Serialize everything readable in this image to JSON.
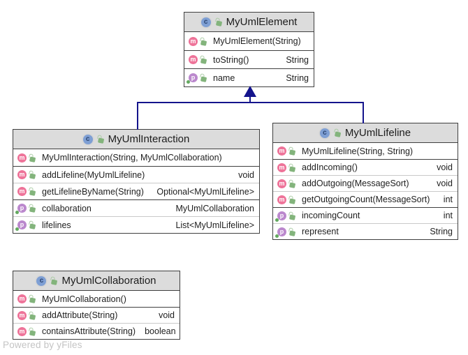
{
  "diagram": {
    "kind": "uml-class-diagram",
    "edges": [
      {
        "type": "generalization",
        "source": "MyUmlInteraction",
        "target": "MyUmlElement"
      },
      {
        "type": "generalization",
        "source": "MyUmlLifeline",
        "target": "MyUmlElement"
      }
    ],
    "edge_color": "#14148c",
    "header_bg": "#dcdcdc",
    "border_color": "#3f3f3f"
  },
  "icons": {
    "class_letter": "c",
    "method_letter": "m",
    "property_letter": "p",
    "class_color": "#7e9fd4",
    "method_color": "#ee7399",
    "property_color": "#bb88cd",
    "lock_color": "#83b47c"
  },
  "classes": [
    {
      "name": "MyUmlElement",
      "members": [
        {
          "kind": "method",
          "label": "MyUmlElement(String)",
          "type": ""
        },
        {
          "kind": "method",
          "label": "toString()",
          "type": "String"
        },
        {
          "kind": "property",
          "label": "name",
          "type": "String"
        }
      ]
    },
    {
      "name": "MyUmlInteraction",
      "members": [
        {
          "kind": "method",
          "label": "MyUmlInteraction(String, MyUmlCollaboration)",
          "type": ""
        },
        {
          "kind": "method",
          "label": "addLifeline(MyUmlLifeline)",
          "type": "void"
        },
        {
          "kind": "method",
          "label": "getLifelineByName(String)",
          "type": "Optional<MyUmlLifeline>"
        },
        {
          "kind": "property",
          "label": "collaboration",
          "type": "MyUmlCollaboration"
        },
        {
          "kind": "property",
          "label": "lifelines",
          "type": "List<MyUmlLifeline>"
        }
      ]
    },
    {
      "name": "MyUmlLifeline",
      "members": [
        {
          "kind": "method",
          "label": "MyUmlLifeline(String, String)",
          "type": ""
        },
        {
          "kind": "method",
          "label": "addIncoming()",
          "type": "void"
        },
        {
          "kind": "method",
          "label": "addOutgoing(MessageSort)",
          "type": "void"
        },
        {
          "kind": "method",
          "label": "getOutgoingCount(MessageSort)",
          "type": "int"
        },
        {
          "kind": "property",
          "label": "incomingCount",
          "type": "int"
        },
        {
          "kind": "property",
          "label": "represent",
          "type": "String"
        }
      ]
    },
    {
      "name": "MyUmlCollaboration",
      "members": [
        {
          "kind": "method",
          "label": "MyUmlCollaboration()",
          "type": ""
        },
        {
          "kind": "method",
          "label": "addAttribute(String)",
          "type": "void"
        },
        {
          "kind": "method",
          "label": "containsAttribute(String)",
          "type": "boolean"
        }
      ]
    }
  ],
  "watermark": {
    "label": "Powered by yFiles"
  }
}
